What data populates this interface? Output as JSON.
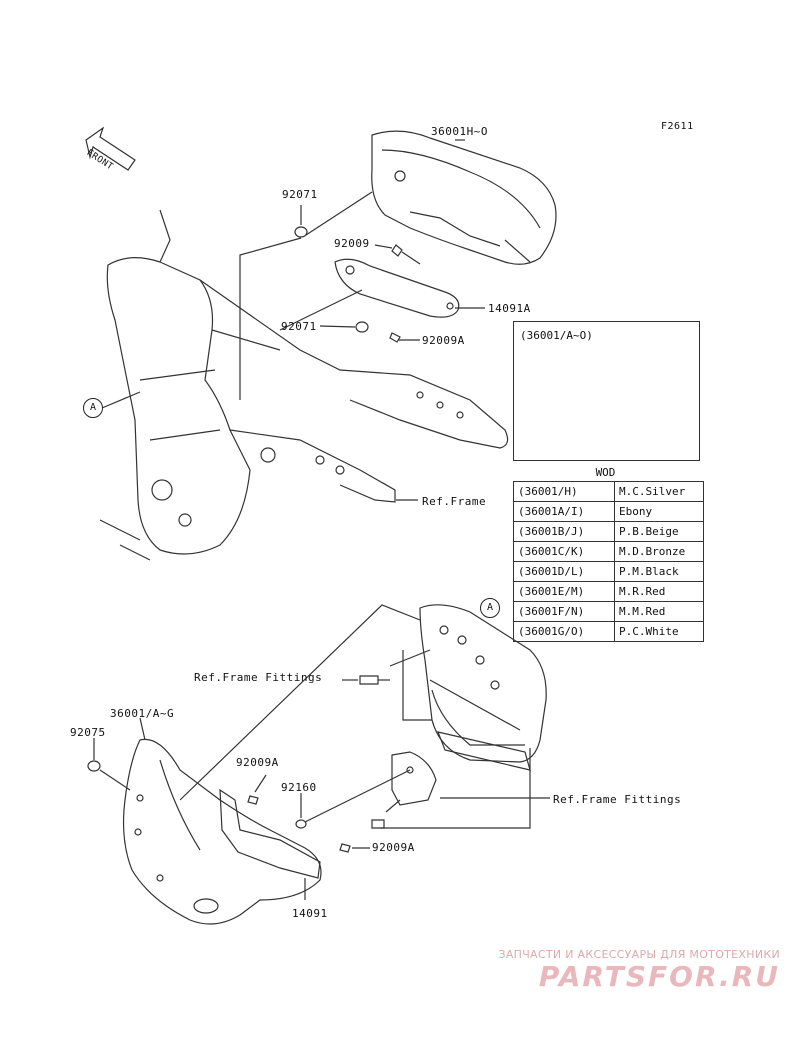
{
  "figure_code": "F2611",
  "front_label": "FRONT",
  "callout_letter": "A",
  "parts": {
    "p_36001H_O": "36001H~O",
    "p_92071_a": "92071",
    "p_92009": "92009",
    "p_14091A": "14091A",
    "p_92071_b": "92071",
    "p_92009A_a": "92009A",
    "ref_frame": "Ref.Frame",
    "ref_frame_fittings_a": "Ref.Frame Fittings",
    "p_36001_AG": "36001/A~G",
    "p_92075": "92075",
    "p_92009A_b": "92009A",
    "p_92160": "92160",
    "ref_frame_fittings_b": "Ref.Frame Fittings",
    "p_92009A_c": "92009A",
    "p_14091": "14091"
  },
  "inset_caption": "(36001/A~O)",
  "wod_title": "WOD",
  "wod_rows": [
    {
      "code": "(36001/H)",
      "color": "M.C.Silver"
    },
    {
      "code": "(36001A/I)",
      "color": "Ebony"
    },
    {
      "code": "(36001B/J)",
      "color": "P.B.Beige"
    },
    {
      "code": "(36001C/K)",
      "color": "M.D.Bronze"
    },
    {
      "code": "(36001D/L)",
      "color": "P.M.Black"
    },
    {
      "code": "(36001E/M)",
      "color": "M.R.Red"
    },
    {
      "code": "(36001F/N)",
      "color": "M.M.Red"
    },
    {
      "code": "(36001G/O)",
      "color": "P.C.White"
    }
  ],
  "watermark": {
    "line1": "ЗАПЧАСТИ И АКСЕССУАРЫ ДЛЯ МОТОТЕХНИКИ",
    "logo": "PARTSFOR.RU",
    "color": "#e8b8bc"
  }
}
